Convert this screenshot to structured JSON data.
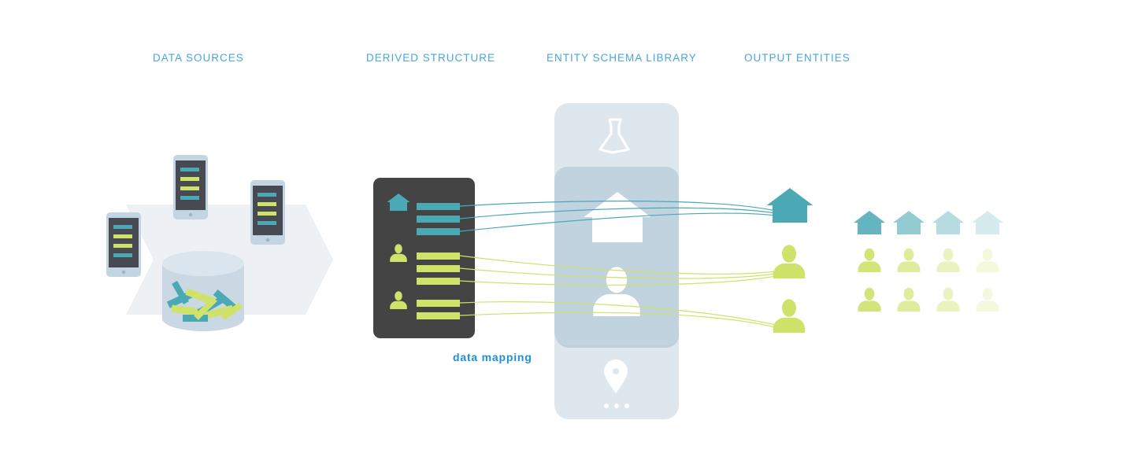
{
  "headings": {
    "data_sources": "DATA SOURCES",
    "derived_structure": "DERIVED STRUCTURE",
    "entity_schema_library": "ENTITY SCHEMA LIBRARY",
    "output_entities": "OUTPUT ENTITIES"
  },
  "caption": "data mapping",
  "colors": {
    "teal": "#4aa9b5",
    "lime": "#cfe26a",
    "dark_panel": "#444444",
    "library_bg": "#dfe7ee",
    "library_active": "#c0d3df",
    "arrow_bg": "#edf1f5",
    "heading": "#4aa6dc",
    "caption": "#1f8fd6"
  },
  "icons": [
    "phone-icon",
    "database-icon",
    "house-icon",
    "person-icon",
    "flask-icon",
    "location-pin-icon",
    "more-dots-icon"
  ]
}
